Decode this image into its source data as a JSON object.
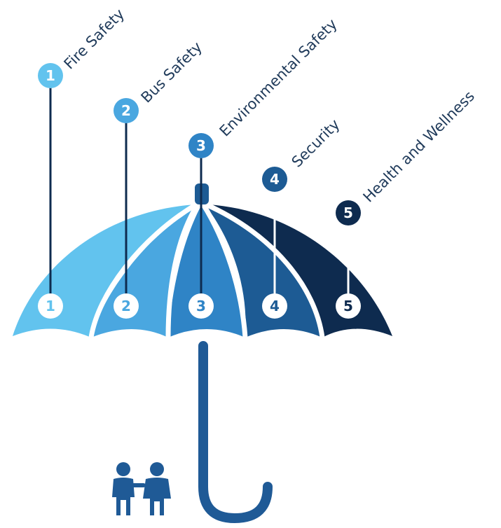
{
  "colors": {
    "segment_1": "#62c3ee",
    "segment_2": "#4aa7e0",
    "segment_3": "#2f84c6",
    "segment_4": "#1d5b94",
    "segment_5": "#0e2b4f",
    "stem": "#1f5a96",
    "pole": "#0e2b4f",
    "people": "#1f5a96"
  },
  "categories": [
    {
      "number": "1",
      "label": "Fire Safety",
      "color": "#62c3ee"
    },
    {
      "number": "2",
      "label": "Bus Safety",
      "color": "#4aa7e0"
    },
    {
      "number": "3",
      "label": "Environmental Safety",
      "color": "#2f84c6"
    },
    {
      "number": "4",
      "label": "Security",
      "color": "#1d5b94"
    },
    {
      "number": "5",
      "label": "Health and Wellness",
      "color": "#0e2b4f"
    }
  ],
  "icons": {
    "people": "two-people-icon",
    "handle": "umbrella-handle-icon"
  }
}
